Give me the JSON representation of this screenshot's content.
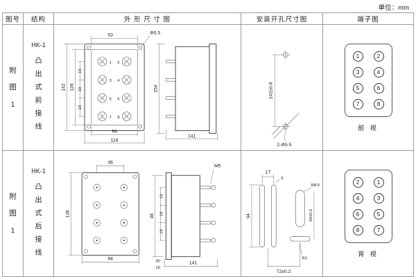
{
  "unit_label": "单位：mm",
  "headers": {
    "fig": "图号",
    "struct": "结构",
    "outline": "外 形 尺 寸 图",
    "mounting": "安装开孔尺寸图",
    "terminal": "端子图"
  },
  "row1": {
    "fig": "附图1",
    "model": "HK-1",
    "struct_desc": "凸出式前接线",
    "outline": {
      "d53": "53",
      "dphi": "Φ5.5",
      "d142": "142",
      "d128": "128",
      "d19a": "19",
      "d19b": "19",
      "d19c": "19",
      "d94": "94",
      "d116": "116",
      "d154": "154",
      "d141": "141",
      "n1": "1",
      "n2": "2",
      "n3": "3",
      "n4": "4",
      "n5": "5",
      "n6": "6",
      "n7": "7",
      "n8": "8"
    },
    "mounting": {
      "d142": "142±0.8",
      "holes": "2-Φ5.5"
    },
    "terminals": {
      "pairs": [
        [
          "1",
          "2"
        ],
        [
          "3",
          "4"
        ],
        [
          "5",
          "6"
        ],
        [
          "7",
          "8"
        ]
      ],
      "caption": "前 视"
    }
  },
  "row2": {
    "fig": "附图1",
    "model": "HK-1",
    "struct_desc": "凸出式后接线",
    "outline": {
      "d36": "36",
      "d128": "128",
      "d94": "94",
      "m5": "M5",
      "d98": "98",
      "d19a": "19",
      "d19b": "19",
      "d19c": "19",
      "d30": "30",
      "d10": "10",
      "d141": "141"
    },
    "mounting": {
      "d17": "17",
      "d6": "6",
      "r85": "R8.5",
      "d94": "94",
      "d94t": "94±0.2",
      "r3": "R3",
      "d72": "72±0.2"
    },
    "terminals": {
      "pairs": [
        [
          "2",
          "1"
        ],
        [
          "4",
          "3"
        ],
        [
          "6",
          "5"
        ],
        [
          "8",
          "7"
        ]
      ],
      "caption": "背 视"
    }
  }
}
